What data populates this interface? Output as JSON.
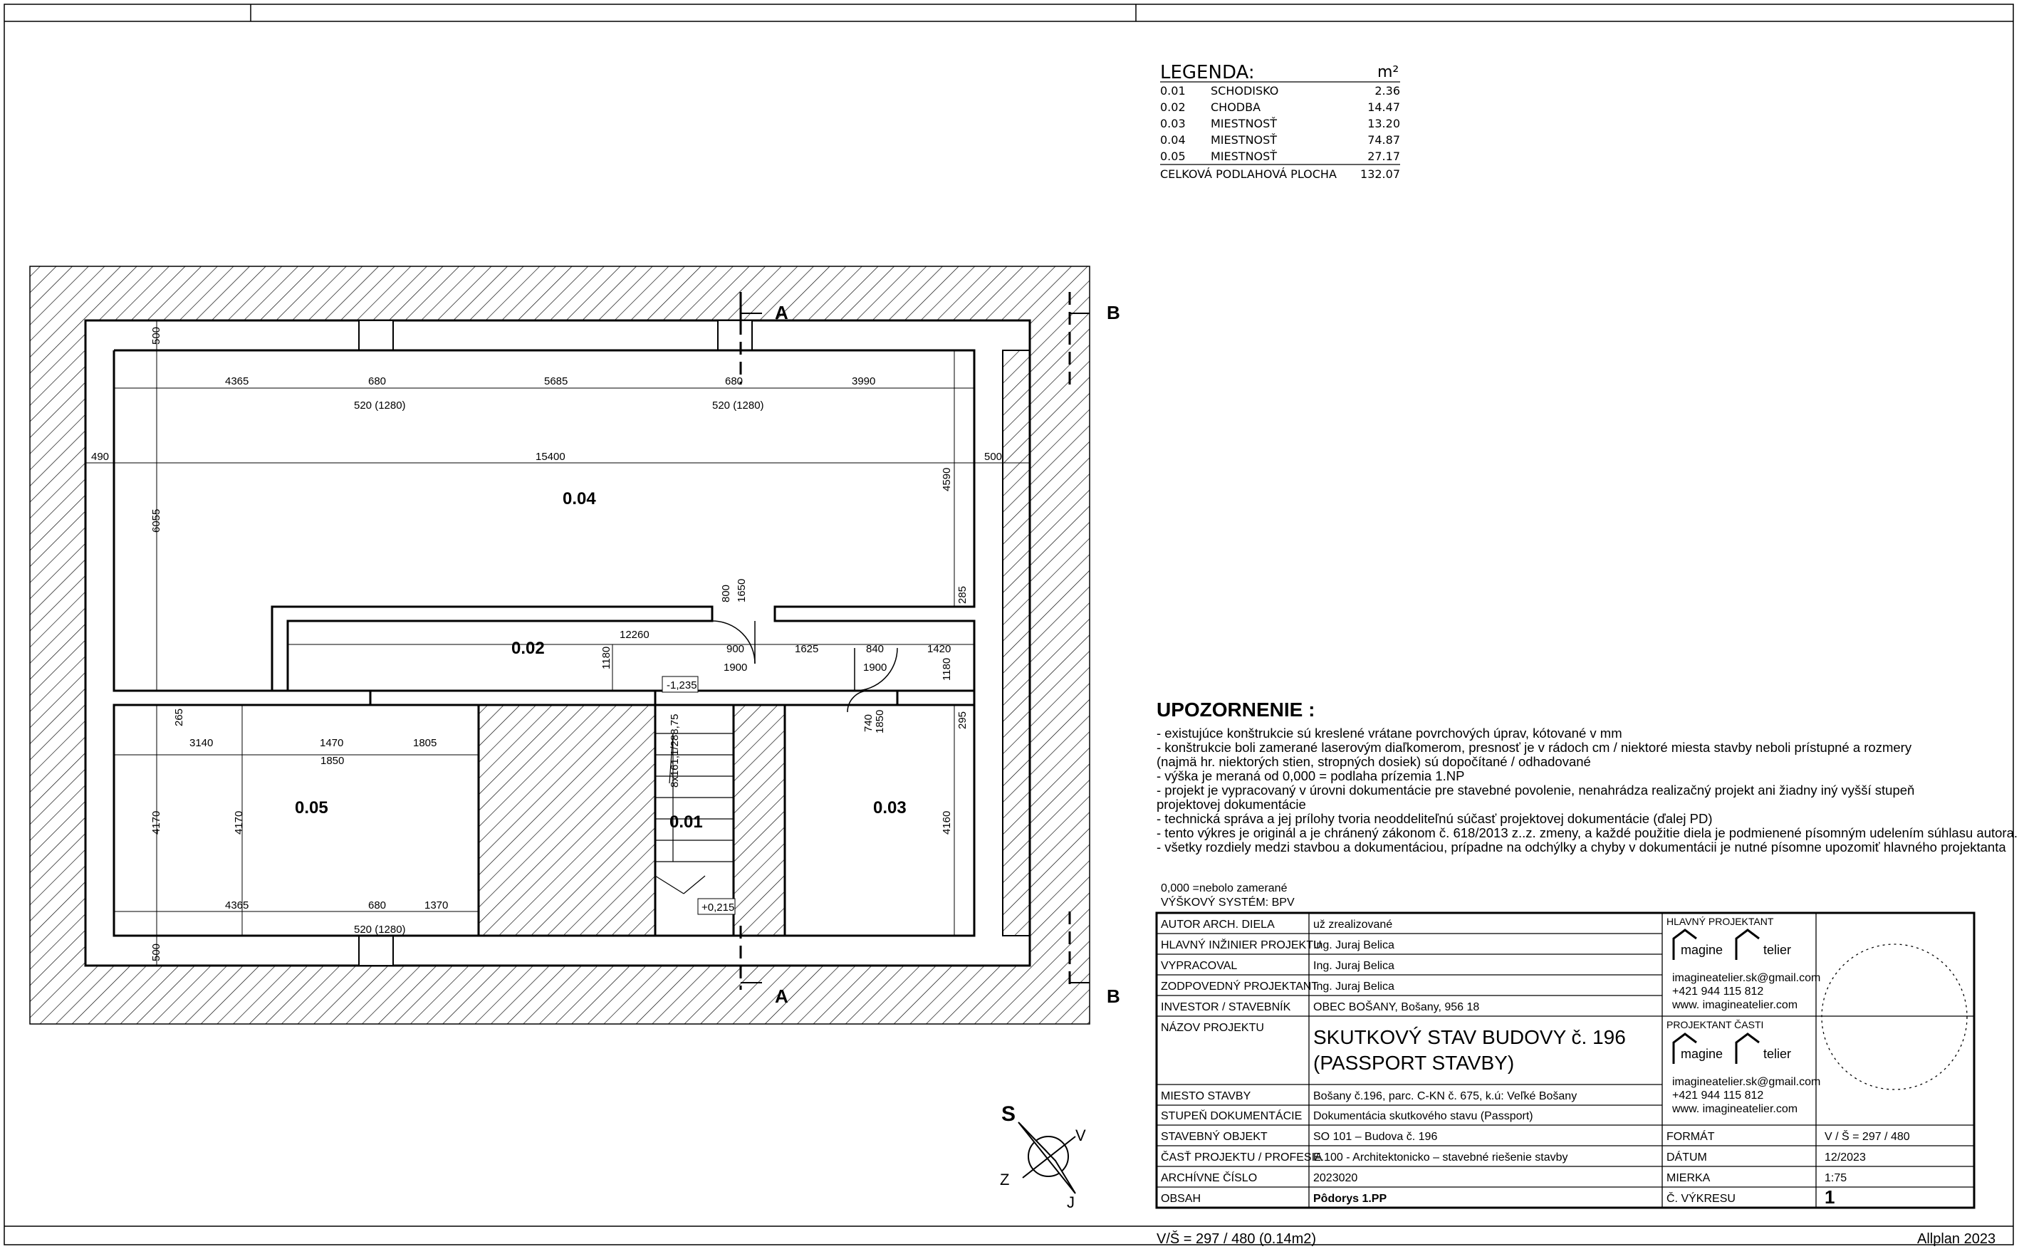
{
  "legend": {
    "title": "LEGENDA:",
    "unit": "m²",
    "rows": [
      {
        "code": "0.01",
        "name": "SCHODISKO",
        "area": "2.36"
      },
      {
        "code": "0.02",
        "name": "CHODBA",
        "area": "14.47"
      },
      {
        "code": "0.03",
        "name": "MIESTNOSŤ",
        "area": "13.20"
      },
      {
        "code": "0.04",
        "name": "MIESTNOSŤ",
        "area": "74.87"
      },
      {
        "code": "0.05",
        "name": "MIESTNOSŤ",
        "area": "27.17"
      }
    ],
    "total_label": "CELKOVÁ PODLAHOVÁ PLOCHA",
    "total_value": "132.07"
  },
  "plan": {
    "rooms": {
      "r001": "0.01",
      "r002": "0.02",
      "r003": "0.03",
      "r004": "0.04",
      "r005": "0.05"
    },
    "section_a": "A",
    "section_b": "B",
    "dims": {
      "d500a": "500",
      "d4365a": "4365",
      "d680a": "680",
      "d5685": "5685",
      "d680b": "680",
      "d3990": "3990",
      "d520a": "520 (1280)",
      "d520b": "520 (1280)",
      "d490": "490",
      "d15400": "15400",
      "d500b": "500",
      "d6055": "6055",
      "d4590": "4590",
      "d800": "800",
      "d1650": "1650",
      "d285a": "285",
      "d12260": "12260",
      "d1180a": "1180",
      "d900": "900",
      "d1625": "1625",
      "d840": "840",
      "d1420": "1420",
      "d1900a": "1900",
      "d1900b": "1900",
      "d1180b": "1180",
      "lvl1": "-1,235",
      "d265": "265",
      "d295": "295",
      "d740": "740",
      "d1850a": "1850",
      "d3140": "3140",
      "d1470": "1470",
      "d1805": "1805",
      "d1850b": "1850",
      "d4170a": "4170",
      "d4170b": "4170",
      "stair": "8x161,1/288,75",
      "d4160": "4160",
      "d4365b": "4365",
      "d680c": "680",
      "d1370": "1370",
      "d520c": "520 (1280)",
      "lvl2": "+0,215",
      "d500c": "500"
    }
  },
  "north_arrow": {
    "s": "S",
    "v": "V",
    "z": "Z",
    "j": "J"
  },
  "notes": {
    "title": "UPOZORNENIE :",
    "lines": [
      "- existujúce konštrukcie sú kreslené vrátane povrchových úprav, kótované v mm",
      "- konštrukcie boli zamerané laserovým diaľkomerom, presnosť je v rádoch cm / niektoré miesta stavby neboli prístupné a rozmery",
      "(najmä hr. niektorých stien, stropných dosiek) sú dopočítané / odhadované",
      "- výška je meraná od 0,000 = podlaha prízemia 1.NP",
      "- projekt je vypracovaný v úrovni dokumentácie pre stavebné povolenie, nenahrádza realizačný projekt ani žiadny iný vyšší stupeň",
      "projektovej dokumentácie",
      "- technická správa a jej prílohy tvoria neoddeliteľnú súčasť projektovej dokumentácie (ďalej PD)",
      "- tento výkres je originál a je chránený zákonom č. 618/2013 z..z. zmeny, a každé použitie diela je podmienené písomným udelením súhlasu autora.",
      "- všetky rozdiely medzi stavbou a dokumentáciou, prípadne na odchýlky a chyby v dokumentácii je nutné písomne upozomiť hlavného projektanta"
    ],
    "level_note": "0,000 =nebolo zamerané",
    "height_system": "VÝŠKOVÝ SYSTÉM: BPV"
  },
  "title_block": {
    "rows": [
      {
        "label": "AUTOR ARCH. DIELA",
        "value": "už zrealizované"
      },
      {
        "label": "HLAVNÝ INŽINIER PROJEKTU",
        "value": "Ing. Juraj Belica"
      },
      {
        "label": "VYPRACOVAL",
        "value": "Ing. Juraj Belica"
      },
      {
        "label": "ZODPOVEDNÝ PROJEKTANT",
        "value": "Ing. Juraj Belica"
      },
      {
        "label": "INVESTOR / STAVEBNÍK",
        "value": "OBEC BOŠANY, Bošany, 956 18"
      }
    ],
    "project_label": "NÁZOV PROJEKTU",
    "project_line1": "SKUTKOVÝ STAV BUDOVY č. 196",
    "project_line2": "(PASSPORT STAVBY)",
    "rows2": [
      {
        "label": "MIESTO STAVBY",
        "value": "Bošany č.196, parc. C-KN č. 675, k.ú: Veľké Bošany"
      },
      {
        "label": "STUPEŇ DOKUMENTÁCIE",
        "value": "Dokumentácia skutkového stavu (Passport)"
      },
      {
        "label": "STAVEBNÝ OBJEKT",
        "value": "SO 101 – Budova č. 196"
      },
      {
        "label": "ČASŤ PROJEKTU / PROFESIA",
        "value": "E.100 - Architektonicko – stavebné riešenie stavby"
      },
      {
        "label": "ARCHÍVNE ČÍSLO",
        "value": "2023020"
      },
      {
        "label": "OBSAH",
        "value": "Pôdorys 1.PP"
      }
    ],
    "chief_label": "HLAVNÝ PROJEKTANT",
    "part_label": "PROJEKTANT ČASTI",
    "logo_left": "magine",
    "logo_right": "telier",
    "contact_email": "imagineatelier.sk@gmail.com",
    "contact_phone": "+421 944 115 812",
    "contact_web": "www. imagineatelier.com",
    "format_label": "FORMÁT",
    "format_value": "V / Š =  297  / 480",
    "date_label": "DÁTUM",
    "date_value": "12/2023",
    "scale_label": "MIERKA",
    "scale_value": "1:75",
    "sheet_label": "Č. VÝKRESU",
    "sheet_value": "1"
  },
  "footer": {
    "left": "V/Š = 297 / 480 (0.14m2)",
    "right": "Allplan 2023"
  }
}
